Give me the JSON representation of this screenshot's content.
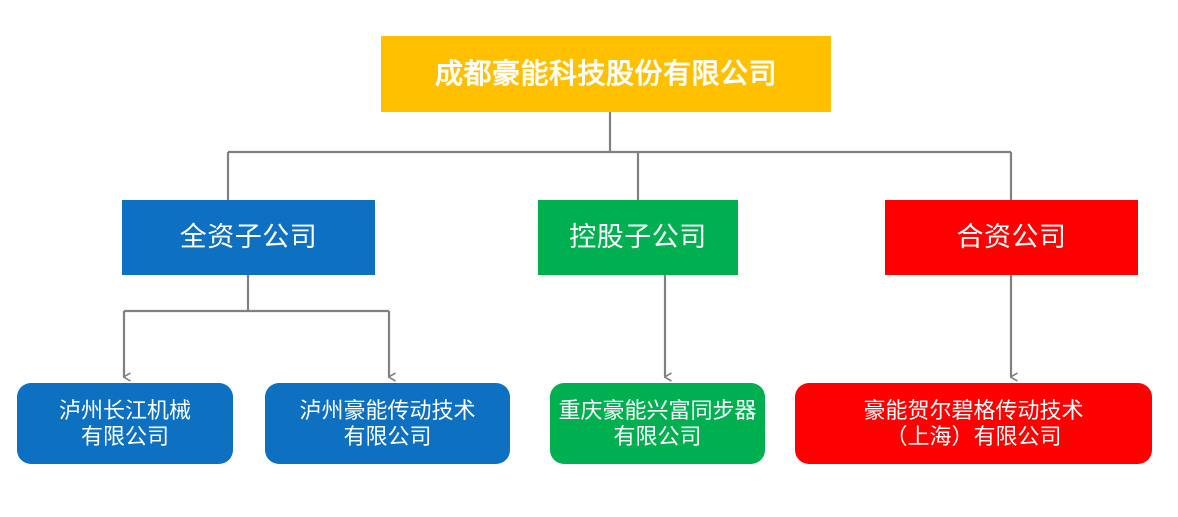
{
  "diagram": {
    "type": "organization-chart",
    "title_text": "成都豪能科技股份有限公司",
    "background_color": "#FFFFFF",
    "connector_color": "#808080",
    "root": {
      "label": "成都豪能科技股份有限公司",
      "color": "#FFC000",
      "text_color": "#FFFFFF",
      "shape": "rectangle"
    },
    "categories": [
      {
        "id": "wholly-owned",
        "label": "全资子公司",
        "color": "#0D70C0",
        "text_color": "#FFFFFF",
        "shape": "rectangle",
        "children": [
          {
            "id": "luzhou-changjiang",
            "label": "泸州长江机械\n有限公司",
            "color": "#0D70C0",
            "text_color": "#FFFFFF",
            "shape": "rounded-rectangle"
          },
          {
            "id": "luzhou-haoneng",
            "label": "泸州豪能传动技术\n有限公司",
            "color": "#0D70C0",
            "text_color": "#FFFFFF",
            "shape": "rounded-rectangle"
          }
        ]
      },
      {
        "id": "holding",
        "label": "控股子公司",
        "color": "#00B050",
        "text_color": "#FFFFFF",
        "shape": "rectangle",
        "children": [
          {
            "id": "chongqing-xingfu",
            "label": "重庆豪能兴富同步器\n有限公司",
            "color": "#00B050",
            "text_color": "#FFFFFF",
            "shape": "rounded-rectangle"
          }
        ]
      },
      {
        "id": "joint-venture",
        "label": "合资公司",
        "color": "#FE0000",
        "text_color": "#FFFFFF",
        "shape": "rectangle",
        "children": [
          {
            "id": "hoerbiger-shanghai",
            "label": "豪能贺尔碧格传动技术\n（上海）有限公司",
            "color": "#FE0000",
            "text_color": "#FFFFFF",
            "shape": "rounded-rectangle"
          }
        ]
      }
    ]
  }
}
